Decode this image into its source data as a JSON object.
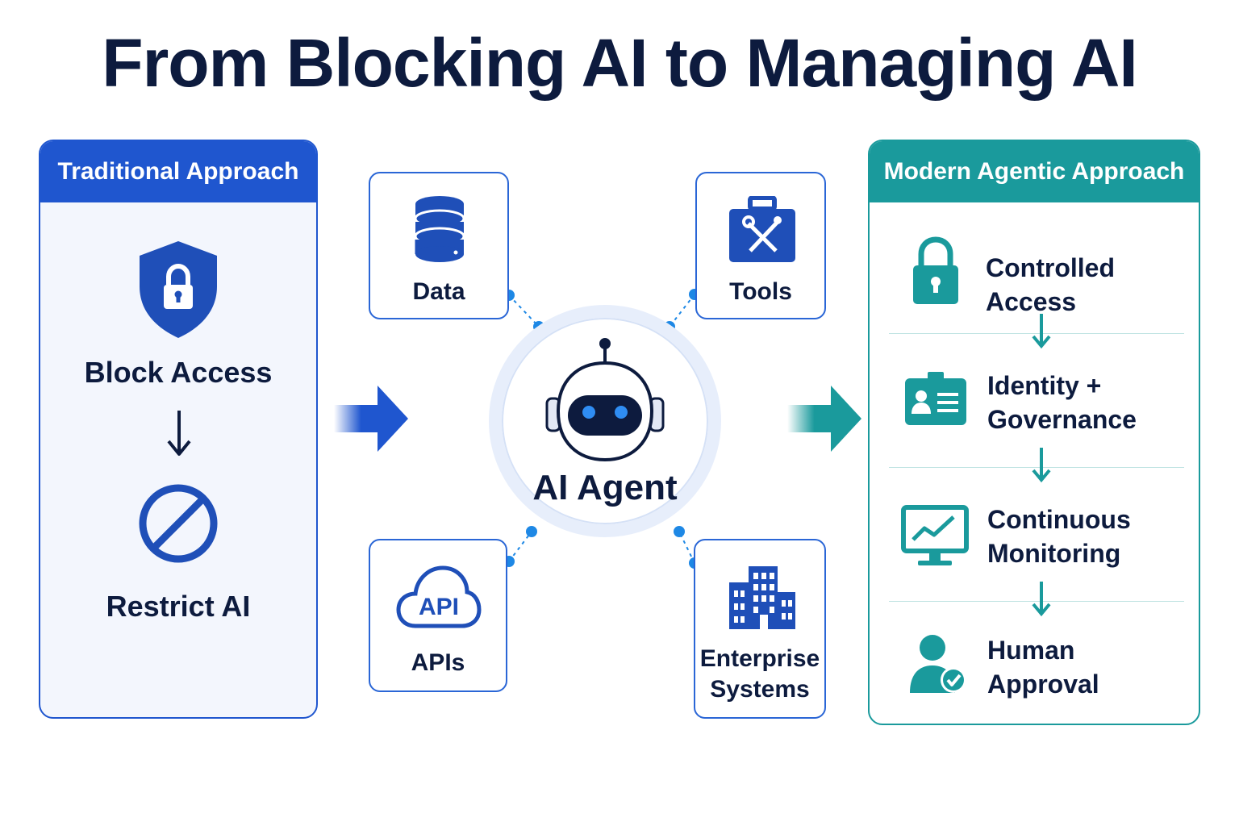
{
  "title": "From Blocking AI to Managing AI",
  "traditional": {
    "header": "Traditional Approach",
    "steps": [
      "Block Access",
      "Restrict AI"
    ],
    "icons": [
      "shield-lock-icon",
      "arrow-down-icon",
      "prohibited-icon"
    ]
  },
  "center": {
    "agent_label": "AI Agent",
    "resources": {
      "data": "Data",
      "tools": "Tools",
      "apis": "APIs",
      "api_badge": "API",
      "enterprise_line1": "Enterprise",
      "enterprise_line2": "Systems"
    }
  },
  "modern": {
    "header": "Modern Agentic Approach",
    "steps": {
      "s1": "Controlled Access",
      "s2a": "Identity +",
      "s2b": "Governance",
      "s3a": "Continuous",
      "s3b": "Monitoring",
      "s4a": "Human",
      "s4b": "Approval"
    }
  },
  "colors": {
    "navy": "#0d1b3e",
    "blue": "#1f56cf",
    "teal": "#1a9a9c",
    "connector": "#1e88e5"
  }
}
